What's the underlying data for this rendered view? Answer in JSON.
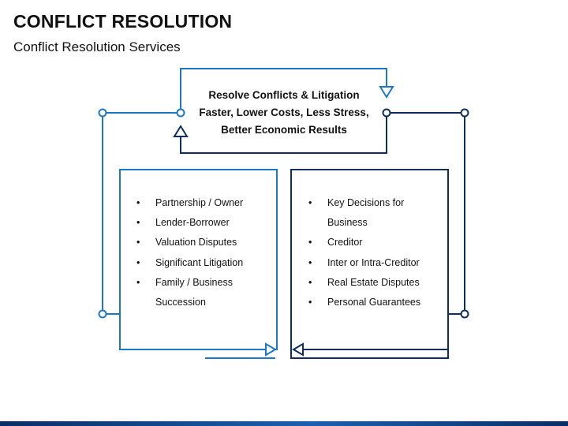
{
  "header": {
    "title": "CONFLICT RESOLUTION",
    "subtitle": "Conflict Resolution Services"
  },
  "center_box": {
    "lines": [
      "Resolve Conflicts & Litigation",
      "Faster, Lower Costs, Less Stress,",
      "Better Economic Results"
    ]
  },
  "left_box": {
    "items": [
      "Partnership / Owner",
      "Lender-Borrower",
      "Valuation Disputes",
      "Significant Litigation",
      "Family / Business Succession"
    ]
  },
  "right_box": {
    "items": [
      "Key Decisions for Business",
      "Creditor",
      "Inter or Intra-Creditor",
      "Real Estate Disputes",
      "Personal Guarantees"
    ]
  },
  "colors": {
    "light_blue": "#1c78c7",
    "dark_blue": "#0e2f5c",
    "text": "#111111"
  }
}
